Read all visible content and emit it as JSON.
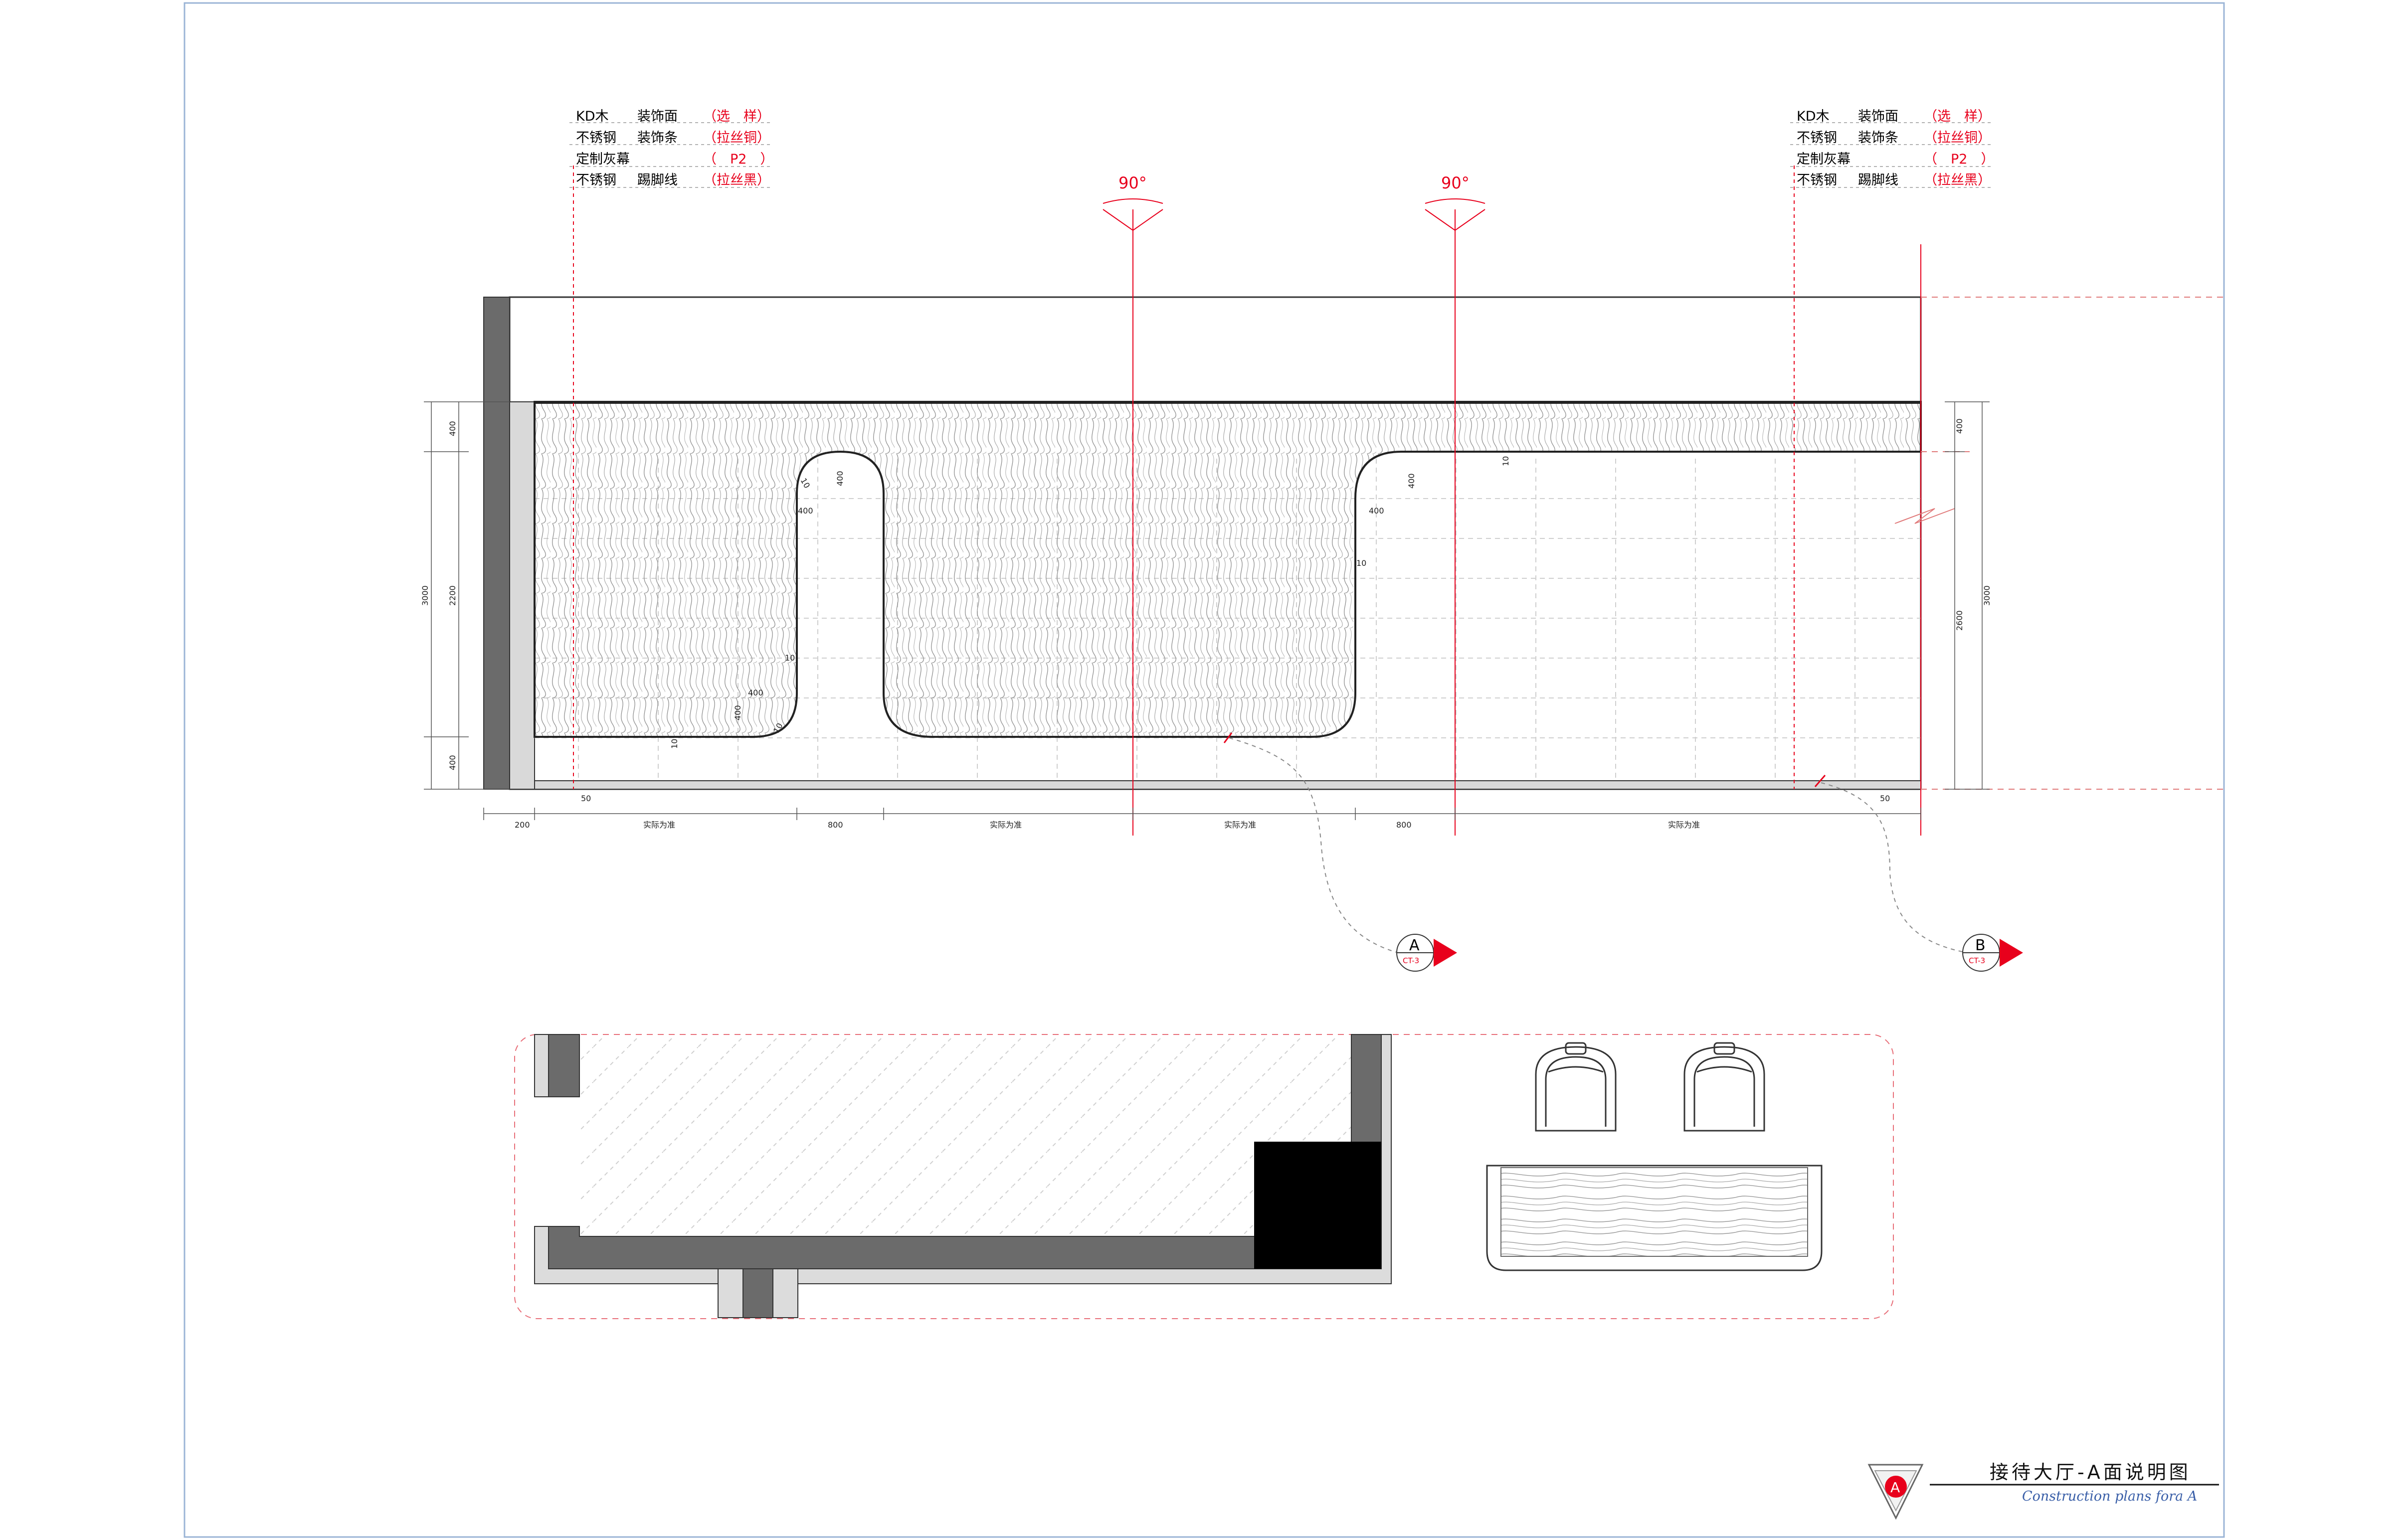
{
  "legend_left": [
    {
      "material": "KD木",
      "part": "装饰面",
      "spec": "（选　样）"
    },
    {
      "material": "不锈钢",
      "part": "装饰条",
      "spec": "（拉丝铜）"
    },
    {
      "material": "定制灰幕",
      "part": "",
      "spec": "（　P2　）"
    },
    {
      "material": "不锈钢",
      "part": "踢脚线",
      "spec": "（拉丝黑）"
    }
  ],
  "legend_right": [
    {
      "material": "KD木",
      "part": "装饰面",
      "spec": "（选　样）"
    },
    {
      "material": "不锈钢",
      "part": "装饰条",
      "spec": "（拉丝铜）"
    },
    {
      "material": "定制灰幕",
      "part": "",
      "spec": "（　P2　）"
    },
    {
      "material": "不锈钢",
      "part": "踢脚线",
      "spec": "（拉丝黑）"
    }
  ],
  "angle_markers": [
    "90°",
    "90°"
  ],
  "dimensions": {
    "left_outer": "3000",
    "left_inner": "2200",
    "left_top": "400",
    "left_bottom": "400",
    "right_outer": "3000",
    "right_inner": "2600",
    "right_top": "400",
    "bottom": [
      "200",
      "实际为准",
      "800",
      "实际为准",
      "实际为准",
      "800",
      "实际为准"
    ],
    "base_left": "50",
    "base_right": "50",
    "curve_labels": [
      "400",
      "400",
      "10",
      "10",
      "400",
      "400",
      "10",
      "10",
      "400",
      "400",
      "10",
      "10"
    ]
  },
  "section_markers": [
    {
      "letter": "A",
      "ref": "CT-3"
    },
    {
      "letter": "B",
      "ref": "CT-3"
    }
  ],
  "title_block": {
    "letter": "A",
    "title_cn": "接待大厅-A面说明图",
    "title_en": "Construction plans fora A"
  },
  "colors": {
    "accent_red": "#e8001c",
    "wall_gray": "#6b6b6b",
    "title_blue": "#3a5fa8"
  }
}
